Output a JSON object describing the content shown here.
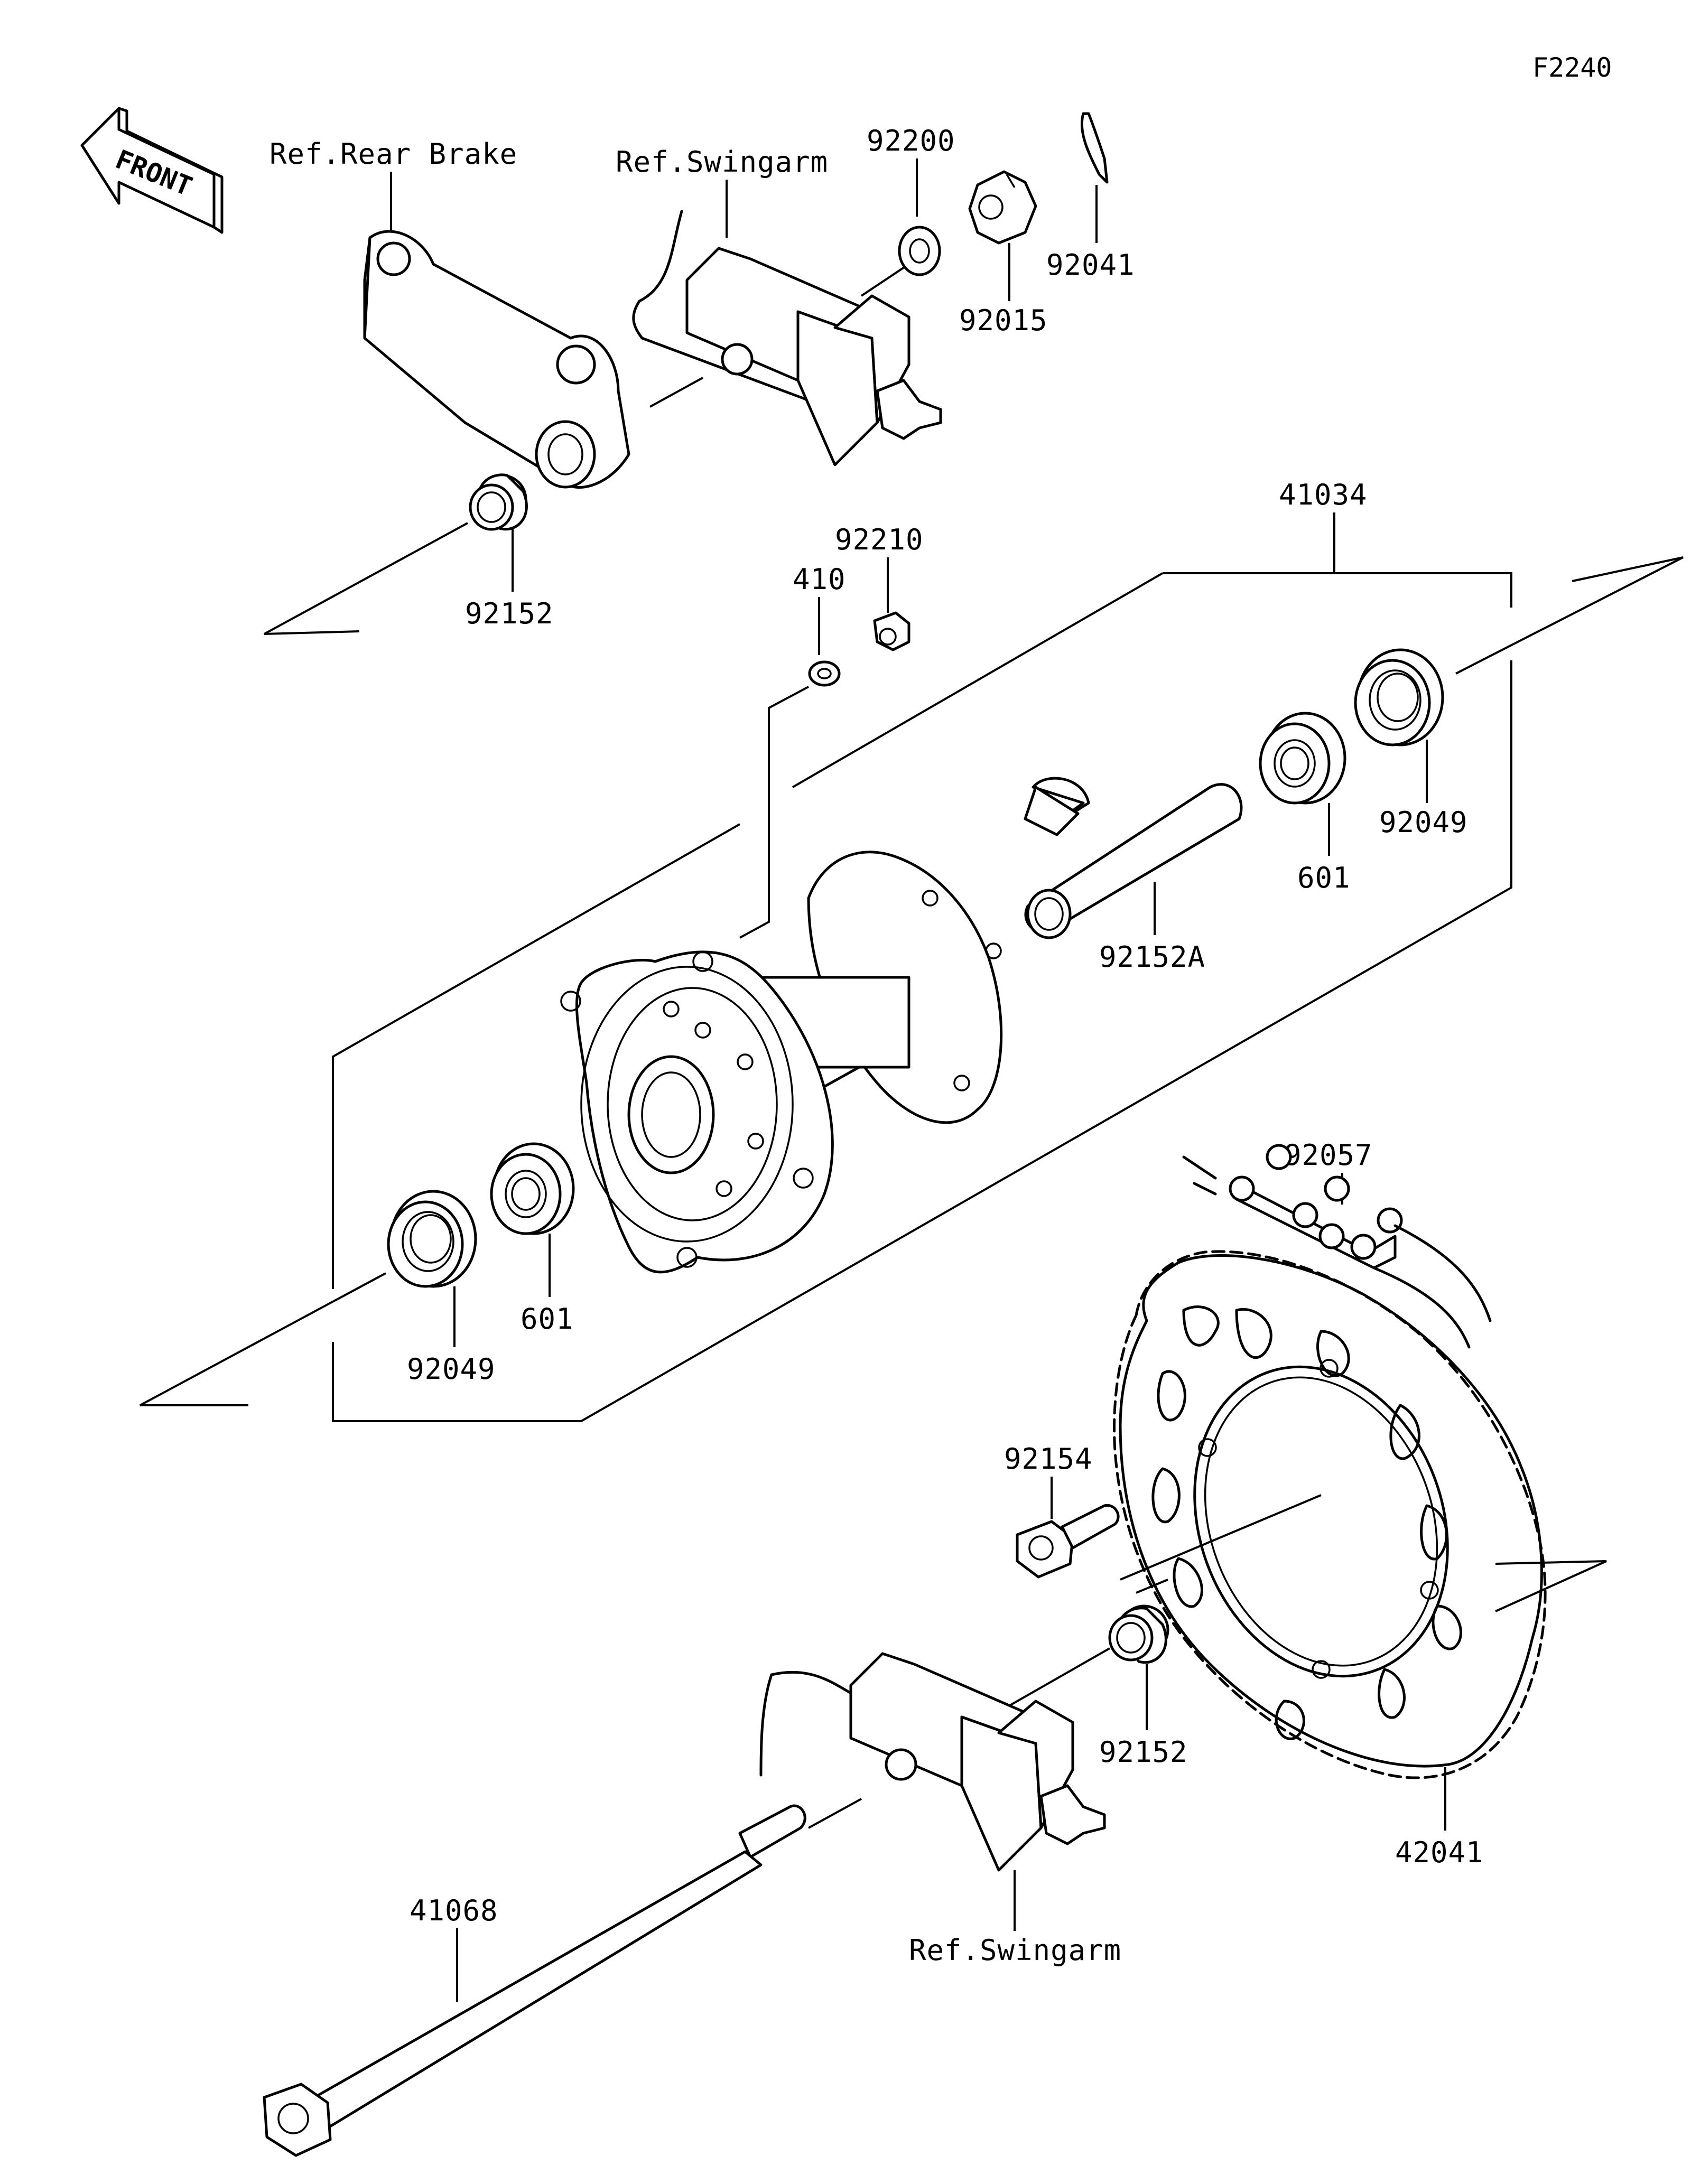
{
  "figure_code": "F2240",
  "front_label": "FRONT",
  "refs": {
    "rear_brake": "Ref.Rear Brake",
    "swingarm_top": "Ref.Swingarm",
    "swingarm_bottom": "Ref.Swingarm"
  },
  "parts": {
    "p92200": "92200",
    "p92015": "92015",
    "p92041": "92041",
    "p92152_top": "92152",
    "p41034": "41034",
    "p92210": "92210",
    "p410": "410",
    "p92049_right": "92049",
    "p601_right": "601",
    "p92152A": "92152A",
    "p601_left": "601",
    "p92049_left": "92049",
    "p92057": "92057",
    "p92154": "92154",
    "p92152_bottom": "92152",
    "p42041": "42041",
    "p41068": "41068"
  }
}
